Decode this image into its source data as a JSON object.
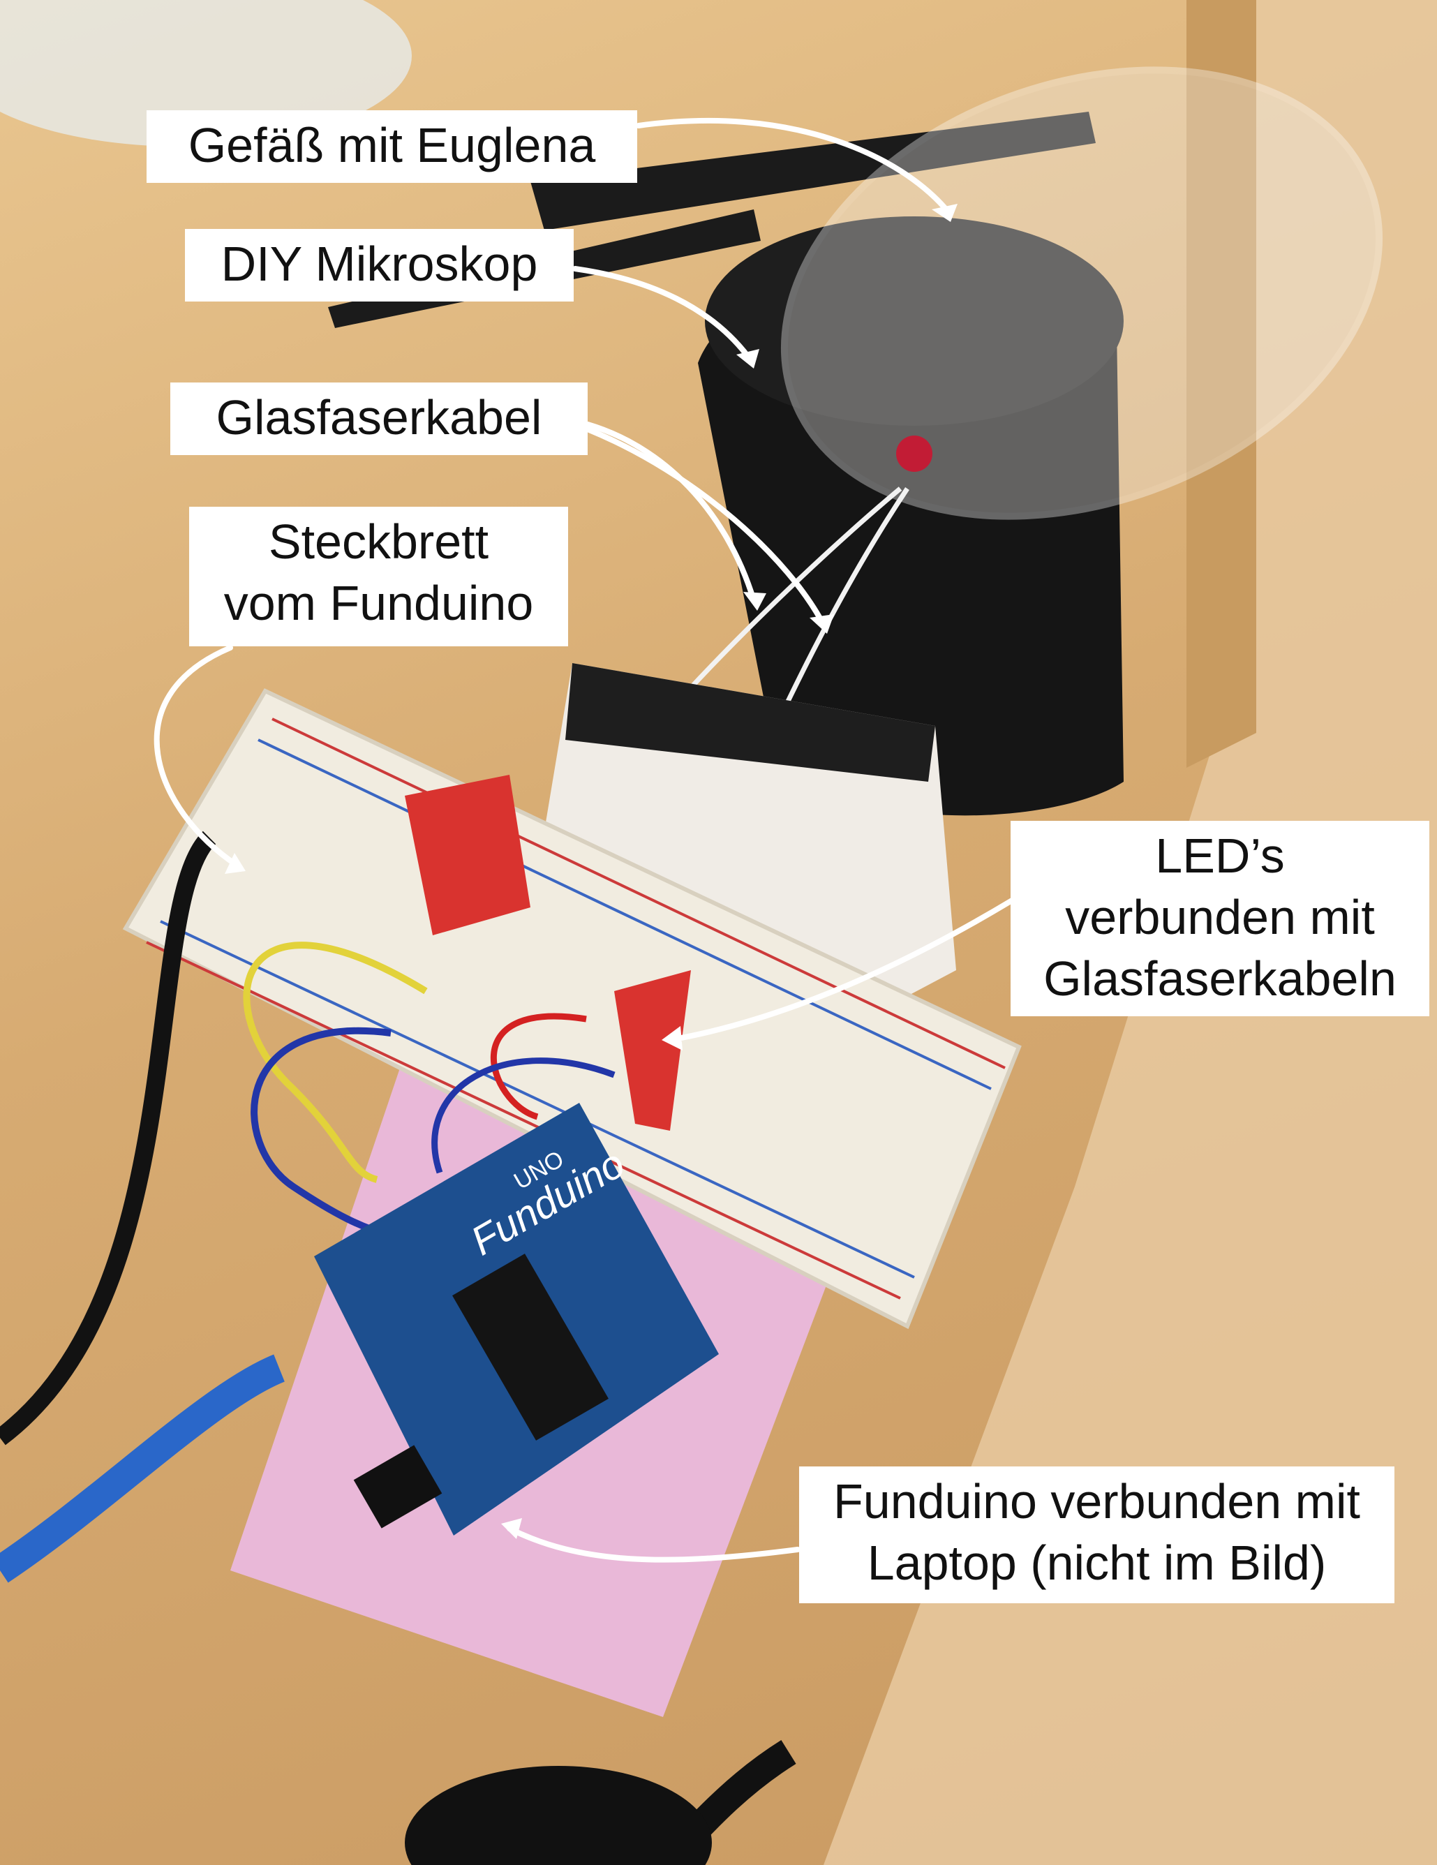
{
  "photo": {
    "background_color": "#d7ab72",
    "labels": {
      "vessel": "Gefäß mit Euglena",
      "microscope": "DIY Mikroskop",
      "fiber": "Glasfaserkabel",
      "breadboard_line1": "Steckbrett",
      "breadboard_line2": "vom Funduino",
      "leds_line1": "LED’s",
      "leds_line2": "verbunden mit",
      "leds_line3": "Glasfaserkabeln",
      "funduino_line1": "Funduino verbunden mit",
      "funduino_line2": "Laptop (nicht im Bild)",
      "board_brand": "Funduino",
      "board_model": "UNO"
    }
  }
}
